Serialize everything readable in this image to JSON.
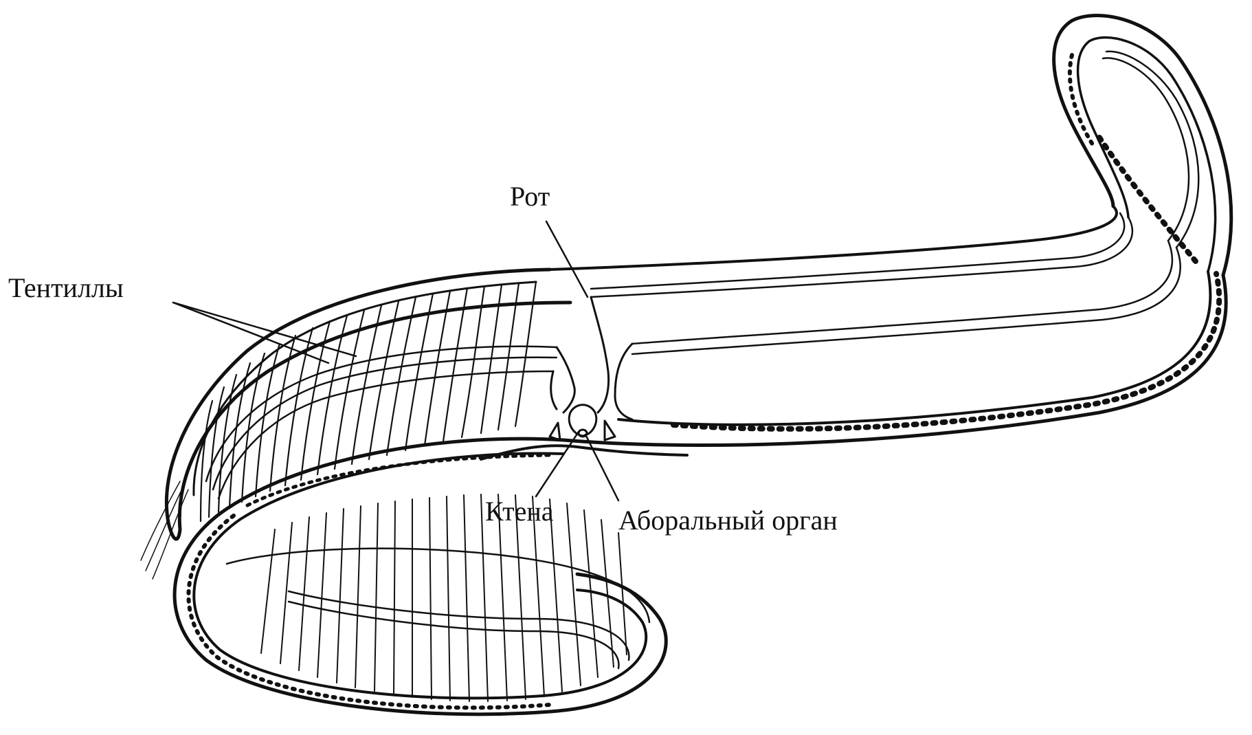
{
  "labels": {
    "mouth": "Рот",
    "tentilla": "Тентиллы",
    "ctene": "Ктена",
    "aboral_organ": "Аборальный орган"
  },
  "colors": {
    "ink": "#111111",
    "background": "#ffffff"
  }
}
